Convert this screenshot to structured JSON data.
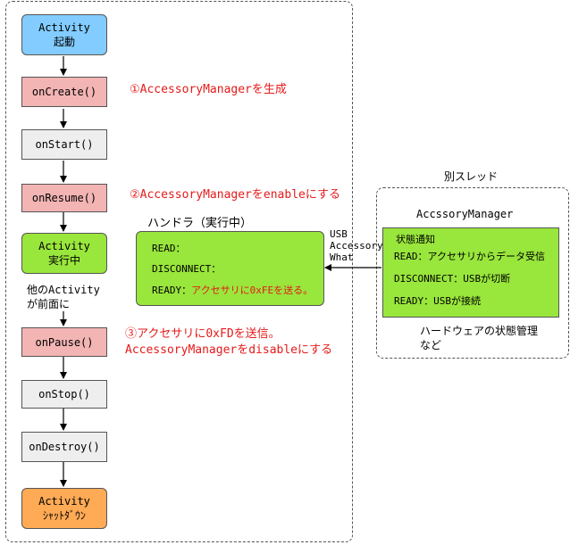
{
  "lifecycle": {
    "activity_start": [
      "Activity",
      "起動"
    ],
    "on_create": "onCreate()",
    "on_start": "onStart()",
    "on_resume": "onResume()",
    "running": [
      "Activity",
      "実行中"
    ],
    "other_activity_front": [
      "他のActivity",
      "が前面に"
    ],
    "on_pause": "onPause()",
    "on_stop": "onStop()",
    "on_destroy": "onDestroy()",
    "shutdown": [
      "Activity",
      "ｼｬｯﾄﾀﾞｳﾝ"
    ]
  },
  "notes": {
    "create": "①AccessoryManagerを生成",
    "resume": "②AccessoryManagerをenableにする",
    "pause": [
      "③アクセサリに0xFDを送信。",
      "AccessoryManagerをdisableにする"
    ]
  },
  "handler": {
    "title": "ハンドラ（実行中）",
    "read": "READ：",
    "disconnect": "DISCONNECT：",
    "ready_label": "READY：",
    "ready_text": "アクセサリに0xFEを送る。"
  },
  "usb_message": [
    "USB",
    "Accessory",
    "What"
  ],
  "thread": {
    "caption": "別スレッド",
    "manager_title": "AccssoryManager",
    "status_title": "状態通知",
    "read": "READ：アクセサリからデータ受信",
    "disconnect": "DISCONNECT：USBが切断",
    "ready": "READY：USBが接続",
    "description": [
      "ハードウェアの状態管理",
      "など"
    ]
  },
  "colors": {
    "pink": "#f3b4b4",
    "gray": "#eeeeee",
    "blue": "#82ccff",
    "green": "#99e63c",
    "orange": "#ffaa55",
    "red_text": "#e51a1a"
  }
}
